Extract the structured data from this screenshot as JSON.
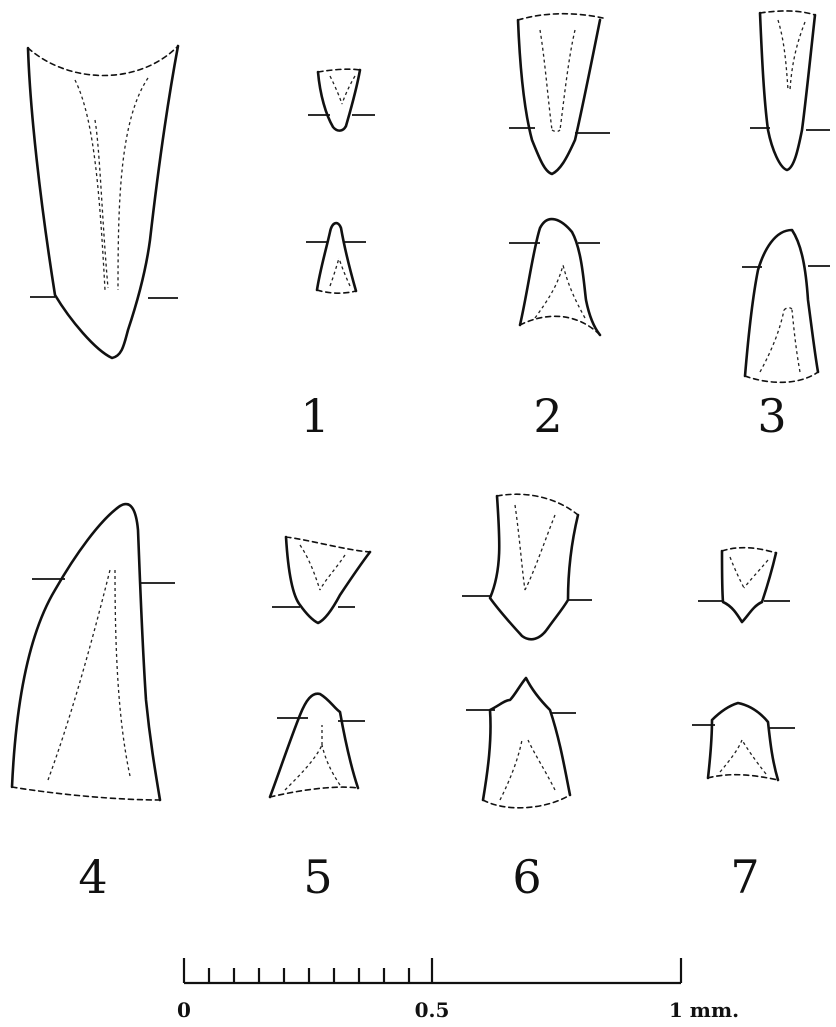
{
  "figure_labels": [
    "1",
    "2",
    "3",
    "4",
    "5",
    "6",
    "7"
  ],
  "scale_bar": {
    "tick_labels": [
      "0",
      "0.5",
      "1 mm."
    ]
  }
}
